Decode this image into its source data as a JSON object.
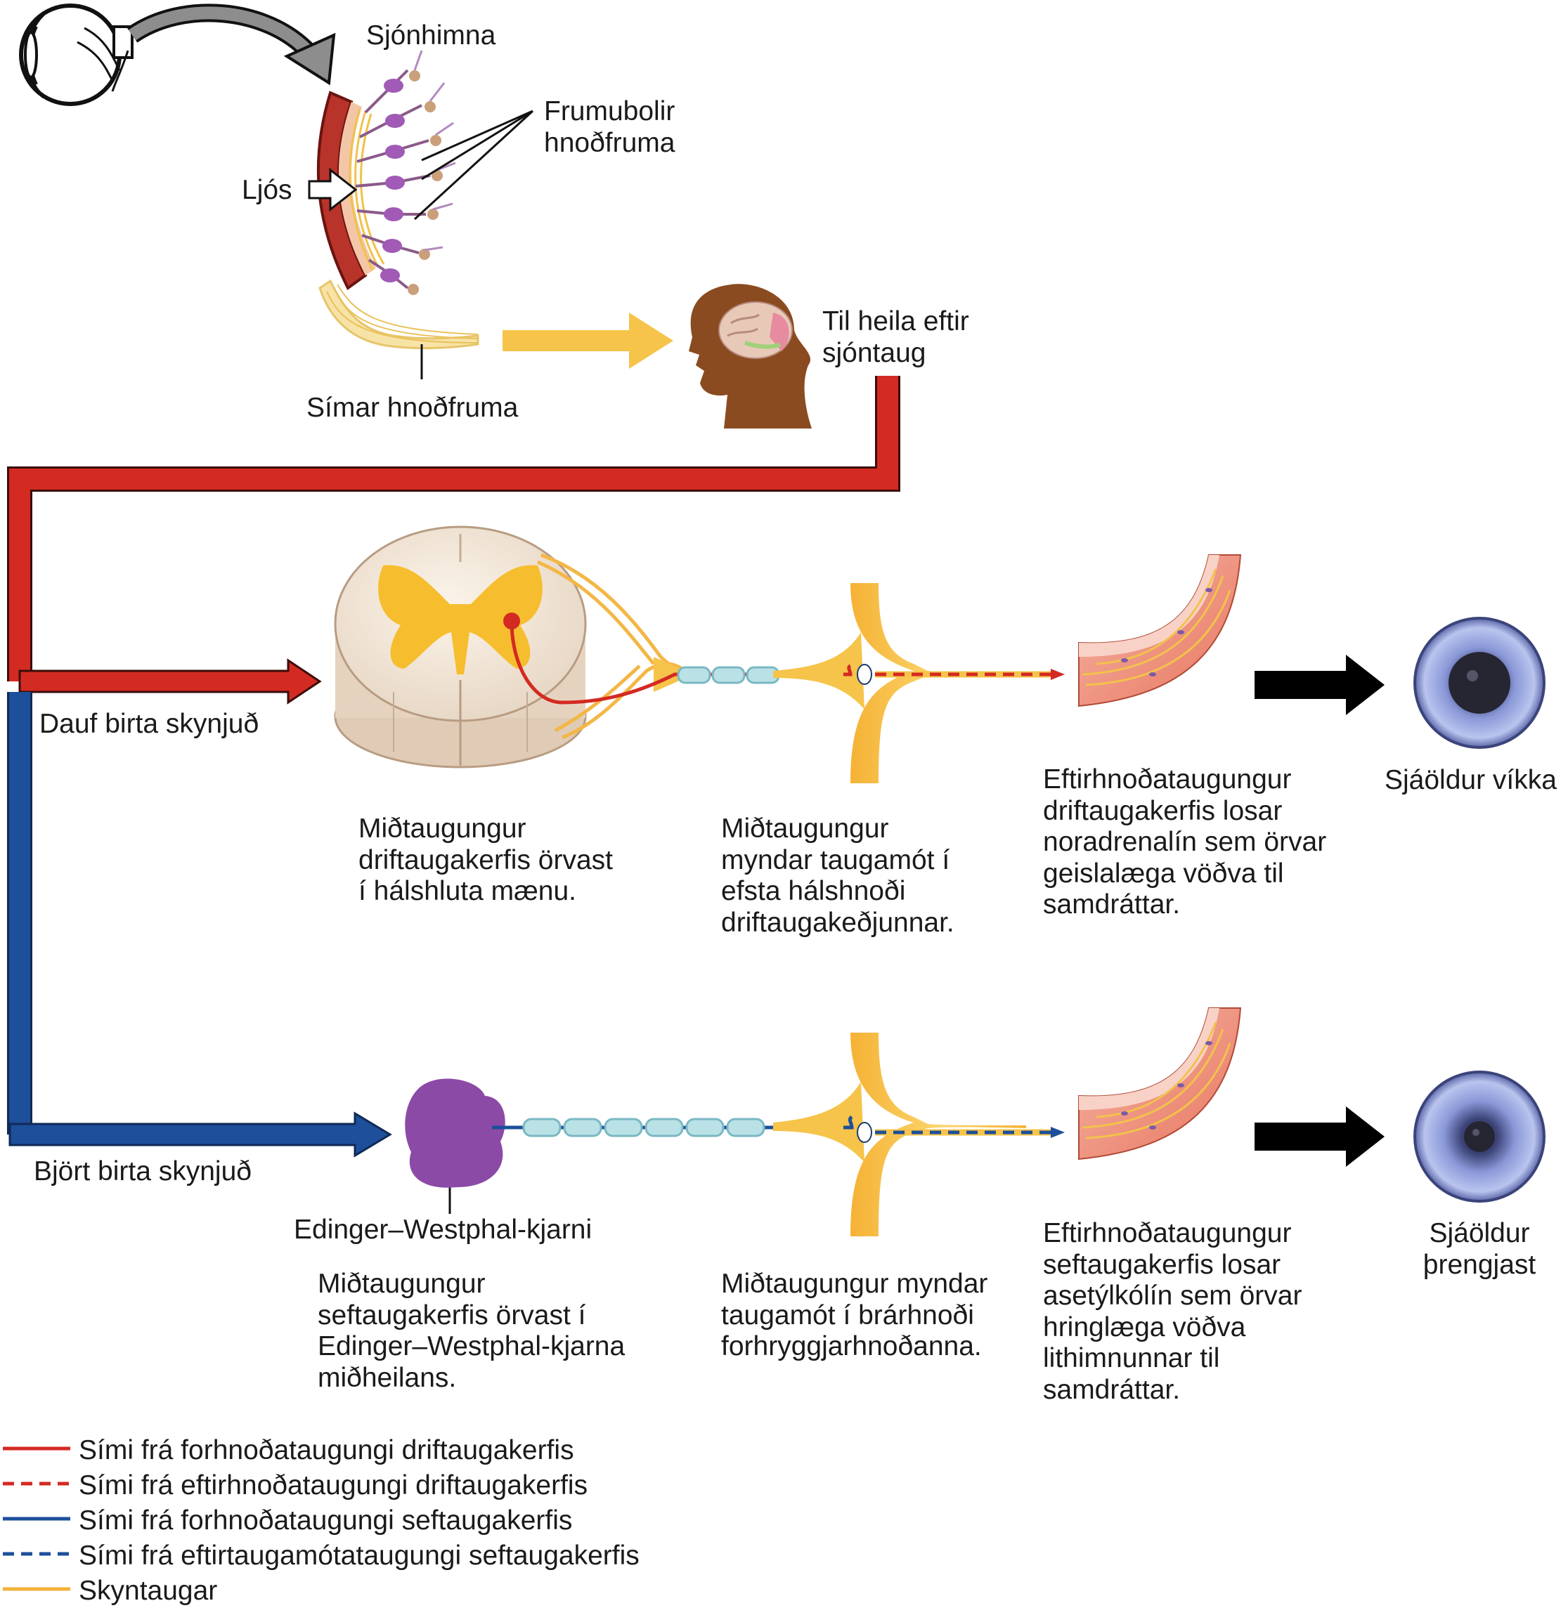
{
  "labels": {
    "retina": "Sjónhimna",
    "ganglion_bodies": "Frumubolir\nhnoðfruma",
    "light": "Ljós",
    "ganglion_axons": "Símar hnoðfruma",
    "to_brain": "Til heila eftir\nsjóntaug",
    "dim_light": "Dauf birta skynjuð",
    "bright_light": "Björt birta skynjuð",
    "edinger_westphal": "Edinger–Westphal-kjarni",
    "pupil_dilates": "Sjáöldur víkka",
    "pupil_constricts": "Sjáöldur\nþrengjast"
  },
  "sympathetic_steps": [
    "Miðtaugungur\ndriftaugakerfis örvast\ní hálshluta mænu.",
    "Miðtaugungur\nmyndar taugamót í\nefsta hálshnoði\ndriftaugakeðjunnar.",
    "Eftirhnoðataugungur\ndriftaugakerfis losar\nnoradrenalín sem örvar\ngeislalæga vöðva til\nsamdráttar."
  ],
  "parasympathetic_steps": [
    "Miðtaugungur\nseftaugakerfis örvast í\nEdinger–Westphal-kjarna\nmiðheilans.",
    "Miðtaugungur myndar\ntaugamót í brárhnoði\nforhryggjarhnoðanna.",
    "Eftirhnoðataugungur\nseftaugakerfis losar\nasetýlkólín sem örvar\nhringlæga vöðva\nlithimnunnar til\nsamdráttar."
  ],
  "legend": [
    {
      "label": "Sími frá forhnoðataugungi driftaugakerfis",
      "color": "#d32a22",
      "style": "solid"
    },
    {
      "label": "Sími frá eftirhnoðataugungi driftaugakerfis",
      "color": "#d32a22",
      "style": "dashed"
    },
    {
      "label": "Sími frá forhnoðataugungi seftaugakerfis",
      "color": "#1d4f9a",
      "style": "solid"
    },
    {
      "label": "Sími frá eftirtaugamótataugungi seftaugakerfis",
      "color": "#1d4f9a",
      "style": "dashed"
    },
    {
      "label": "Skyntaugar",
      "color": "#f2b33a",
      "style": "solid"
    }
  ],
  "colors": {
    "sympathetic": "#d32a22",
    "parasympathetic": "#1d4f9a",
    "sensory": "#f2b33a",
    "ganglion": "#f7c13f",
    "nucleus": "#8b4aa6",
    "iris": "#8090d0",
    "muscle": "#ec8a72",
    "arrow_grey": "#8d8d8d",
    "arrow_black": "#000000"
  },
  "icons": [
    "eye-icon",
    "brain-head-icon",
    "spinal-cord-icon",
    "ganglion-icon",
    "iris-muscle-icon",
    "pupil-dilated-icon",
    "pupil-constricted-icon"
  ]
}
